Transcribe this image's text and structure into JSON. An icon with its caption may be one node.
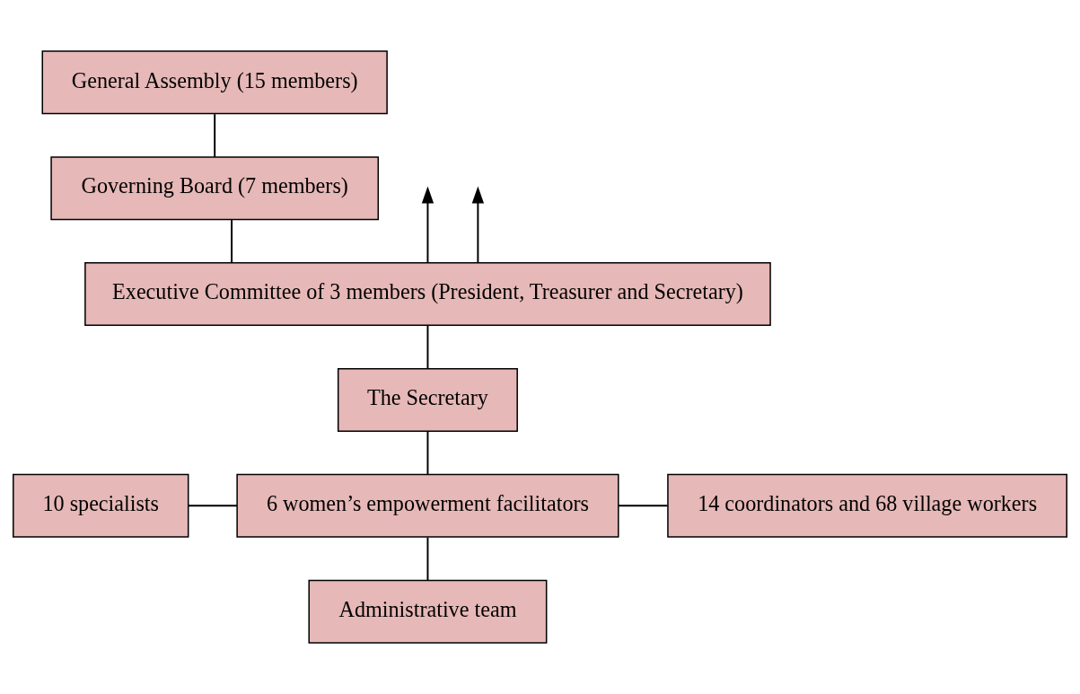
{
  "diagram": {
    "nodes": [
      {
        "text": [
          "General Assembly (15 members)"
        ]
      },
      {
        "text": [
          "Governing Board (7 members)"
        ]
      },
      {
        "text": [
          "Executive Committee of 3 members (President, Treasurer and Secretary)"
        ]
      },
      {
        "text": [
          "The Secretary"
        ]
      },
      {
        "text": [
          "10 specialists"
        ]
      },
      {
        "text": [
          "6 women’s empowerment facilitators"
        ]
      },
      {
        "text": [
          "14 coordinators and 68 village workers"
        ]
      },
      {
        "text": [
          "Administrative team"
        ]
      }
    ],
    "edges": [
      {
        "from": 0,
        "to": 1,
        "arrow": "none"
      },
      {
        "from": 1,
        "to": 2,
        "arrow": "none"
      },
      {
        "from": 2,
        "to": null,
        "arrow": "to"
      },
      {
        "from": 2,
        "to": null,
        "arrow": "to"
      },
      {
        "from": 2,
        "to": 3,
        "arrow": "none"
      },
      {
        "from": 3,
        "to": 5,
        "arrow": "none"
      },
      {
        "from": 4,
        "to": 5,
        "arrow": "none"
      },
      {
        "from": 5,
        "to": 6,
        "arrow": "none"
      },
      {
        "from": 5,
        "to": 7,
        "arrow": "none"
      }
    ]
  }
}
